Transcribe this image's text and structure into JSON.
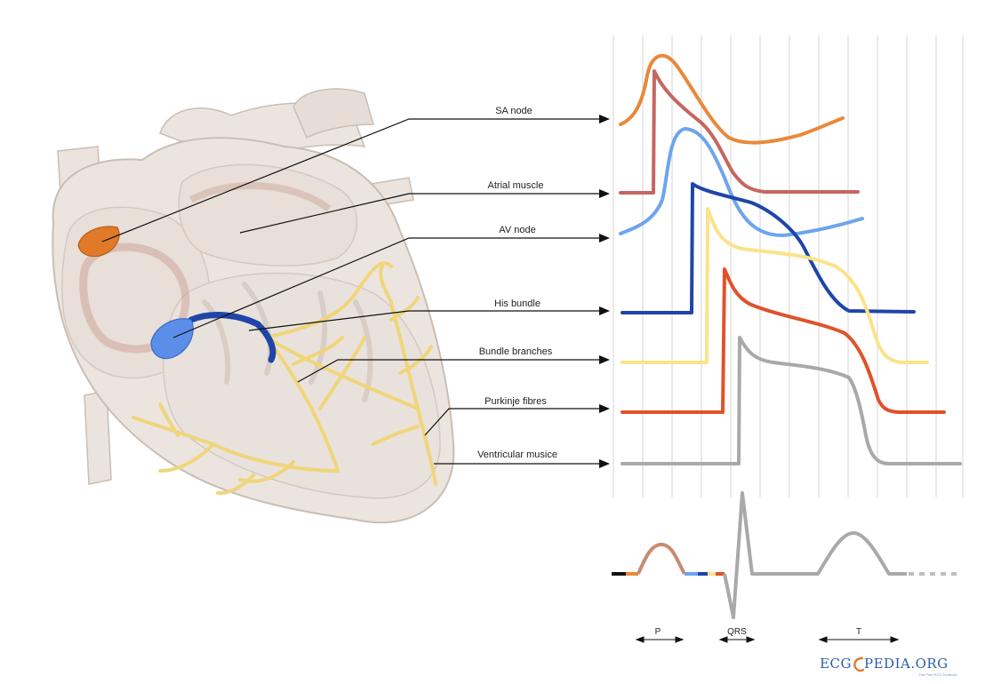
{
  "labels": {
    "sa_node": "SA node",
    "atrial_muscle": "Atrial muscle",
    "av_node": "AV node",
    "his_bundle": "His bundle",
    "bundle_branches": "Bundle branches",
    "purkinje_fibres": "Purkinje fibres",
    "ventricular_muscle": "Ventricular musice"
  },
  "ecg_waves": {
    "p": "P",
    "qrs": "QRS",
    "t": "T"
  },
  "logo": {
    "left": "ECG",
    "right": "PEDIA.ORG",
    "sub": "The Free ECG Textbook"
  },
  "colors": {
    "sa_node": "#e8893a",
    "atrial_muscle": "#c56660",
    "av_node": "#6ea4ee",
    "his_bundle": "#1f45a8",
    "bundle_branches": "#fbe38a",
    "purkinje_fibres": "#e0522c",
    "ventricular_muscle": "#a9a9a9",
    "conduction": "#f0d57a",
    "heart_fill": "#ece5df",
    "heart_stroke": "#c9beb5"
  }
}
